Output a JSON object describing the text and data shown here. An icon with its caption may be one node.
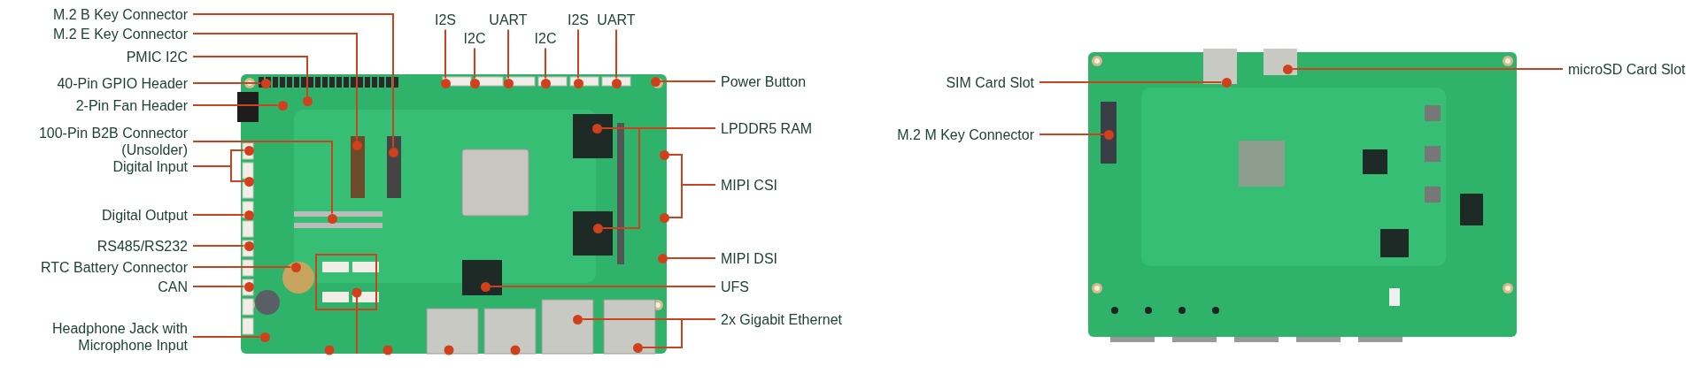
{
  "diagram": {
    "nodes": [
      {
        "text": [
          "M.2 B Key Connector"
        ]
      },
      {
        "text": [
          "M.2 E Key Connector"
        ]
      },
      {
        "text": [
          "PMIC I2C"
        ]
      },
      {
        "text": [
          "40-Pin GPIO Header"
        ]
      },
      {
        "text": [
          "2-Pin Fan Header"
        ]
      },
      {
        "text": [
          "100-Pin B2B Connector (Unsolder)"
        ]
      },
      {
        "text": [
          "Digital Input"
        ]
      },
      {
        "text": [
          "Digital Output"
        ]
      },
      {
        "text": [
          "RS485/RS232"
        ]
      },
      {
        "text": [
          "RTC Battery Connector"
        ]
      },
      {
        "text": [
          "CAN"
        ]
      },
      {
        "text": [
          "Headphone Jack with Microphone Input"
        ]
      },
      {
        "text": [
          "I2S"
        ]
      },
      {
        "text": [
          "I2C"
        ]
      },
      {
        "text": [
          "UART"
        ]
      },
      {
        "text": [
          "I2C"
        ]
      },
      {
        "text": [
          "I2S"
        ]
      },
      {
        "text": [
          "UART"
        ]
      },
      {
        "text": [
          "Power Button"
        ]
      },
      {
        "text": [
          "LPDDR5 RAM"
        ]
      },
      {
        "text": [
          "MIPI CSI"
        ]
      },
      {
        "text": [
          "MIPI DSI"
        ]
      },
      {
        "text": [
          "UFS"
        ]
      },
      {
        "text": [
          "2x Gigabit Ethernet"
        ]
      },
      {
        "text": [
          "SIM Card Slot"
        ]
      },
      {
        "text": [
          "M.2 M Key Connector"
        ]
      },
      {
        "text": [
          "microSD Card Slot"
        ]
      },
      {
        "text": [],
        "shape": "circle"
      },
      {
        "text": [],
        "shape": "circle"
      },
      {
        "text": [],
        "shape": "circle"
      },
      {
        "text": [],
        "shape": "circle"
      },
      {
        "text": [],
        "shape": "circle"
      },
      {
        "text": [],
        "shape": "circle"
      },
      {
        "text": [],
        "shape": "circle"
      },
      {
        "text": [],
        "shape": "circle"
      },
      {
        "text": [],
        "shape": "circle"
      },
      {
        "text": [],
        "shape": "circle"
      },
      {
        "text": [],
        "shape": "circle"
      },
      {
        "text": [],
        "shape": "circle"
      },
      {
        "text": [],
        "shape": "circle"
      },
      {
        "text": [],
        "shape": "circle"
      },
      {
        "text": [],
        "shape": "circle"
      },
      {
        "text": [],
        "shape": "circle"
      },
      {
        "text": [],
        "shape": "circle"
      },
      {
        "text": [],
        "shape": "circle"
      },
      {
        "text": [],
        "shape": "circle"
      },
      {
        "text": [],
        "shape": "circle"
      },
      {
        "text": [],
        "shape": "circle"
      },
      {
        "text": [],
        "shape": "circle"
      },
      {
        "text": [],
        "shape": "circle"
      },
      {
        "text": [],
        "shape": "circle"
      },
      {
        "text": [],
        "shape": "circle"
      },
      {
        "text": [],
        "shape": "circle"
      },
      {
        "text": [],
        "shape": "circle"
      },
      {
        "text": [],
        "shape": "circle"
      },
      {
        "text": [],
        "shape": "circle"
      },
      {
        "text": [],
        "shape": "circle"
      },
      {
        "text": [],
        "shape": "circle"
      }
    ],
    "edges": [
      {
        "from": 0,
        "to": 27,
        "arrow": "none"
      },
      {
        "from": 1,
        "to": 28,
        "arrow": "none"
      },
      {
        "from": 2,
        "to": 29,
        "arrow": "none"
      },
      {
        "from": 3,
        "to": 30,
        "arrow": "none"
      },
      {
        "from": 4,
        "to": 31,
        "arrow": "none"
      },
      {
        "from": 5,
        "to": 32,
        "arrow": "none"
      },
      {
        "from": 6,
        "to": 33,
        "arrow": "none"
      },
      {
        "from": 6,
        "to": 34,
        "arrow": "none"
      },
      {
        "from": 7,
        "to": 35,
        "arrow": "none"
      },
      {
        "from": 8,
        "to": 36,
        "arrow": "none"
      },
      {
        "from": 9,
        "to": 37,
        "arrow": "none"
      },
      {
        "from": 10,
        "to": 38,
        "arrow": "none"
      },
      {
        "from": 11,
        "to": 39,
        "arrow": "none"
      },
      {
        "from": 12,
        "to": 40,
        "arrow": "none"
      },
      {
        "from": 13,
        "to": 41,
        "arrow": "none"
      },
      {
        "from": 14,
        "to": 42,
        "arrow": "none"
      },
      {
        "from": 15,
        "to": 43,
        "arrow": "none"
      },
      {
        "from": 16,
        "to": 44,
        "arrow": "none"
      },
      {
        "from": 17,
        "to": 45,
        "arrow": "none"
      },
      {
        "from": 18,
        "to": 46,
        "arrow": "none"
      },
      {
        "from": 19,
        "to": 47,
        "arrow": "none"
      },
      {
        "from": 19,
        "to": 48,
        "arrow": "none"
      },
      {
        "from": 20,
        "to": 49,
        "arrow": "none"
      },
      {
        "from": 20,
        "to": 50,
        "arrow": "none"
      },
      {
        "from": 21,
        "to": 51,
        "arrow": "none"
      },
      {
        "from": 22,
        "to": 52,
        "arrow": "none"
      },
      {
        "from": 23,
        "to": 53,
        "arrow": "none"
      },
      {
        "from": 23,
        "to": 54,
        "arrow": "none"
      },
      {
        "from": 24,
        "to": 55,
        "arrow": "none"
      },
      {
        "from": 25,
        "to": 56,
        "arrow": "none"
      },
      {
        "from": 26,
        "to": 57,
        "arrow": "none"
      }
    ]
  }
}
